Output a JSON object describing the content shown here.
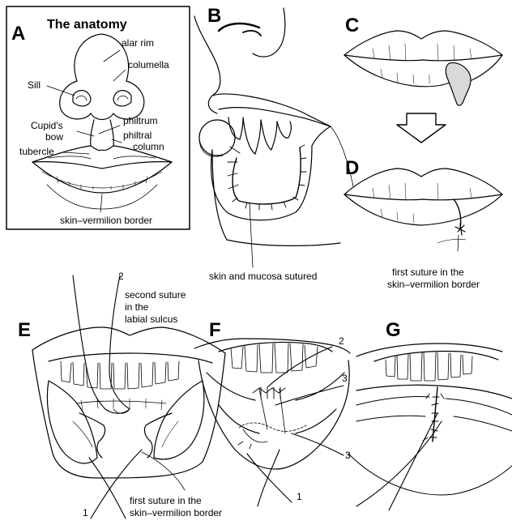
{
  "panels": {
    "a": "A",
    "b": "B",
    "c": "C",
    "d": "D",
    "e": "E",
    "f": "F",
    "g": "G"
  },
  "panel_a": {
    "title": "The anatomy",
    "labels": {
      "alar_rim": "alar rim",
      "columella": "columella",
      "sill": "Sill",
      "philtrum": "philtrum",
      "cupids": "Cupid's",
      "bow": "bow",
      "philtral": "philtral",
      "column": "column",
      "tubercle": "tubercle",
      "skin_vermilion_border": "skin–vermilion border"
    }
  },
  "panel_b": {
    "caption": "skin and mucosa sutured"
  },
  "panel_d": {
    "caption_line1": "first suture in the",
    "caption_line2": "skin–vermilion border"
  },
  "panel_e": {
    "note_line1": "second suture",
    "note_line2": "in the",
    "note_line3": "labial sulcus",
    "caption_line1": "first suture in the",
    "caption_line2": "skin–vermilion border",
    "num_2": "2",
    "num_1": "1"
  },
  "panel_f": {
    "num_2": "2",
    "num_3a": "3",
    "num_3b": "3",
    "num_1": "1"
  }
}
